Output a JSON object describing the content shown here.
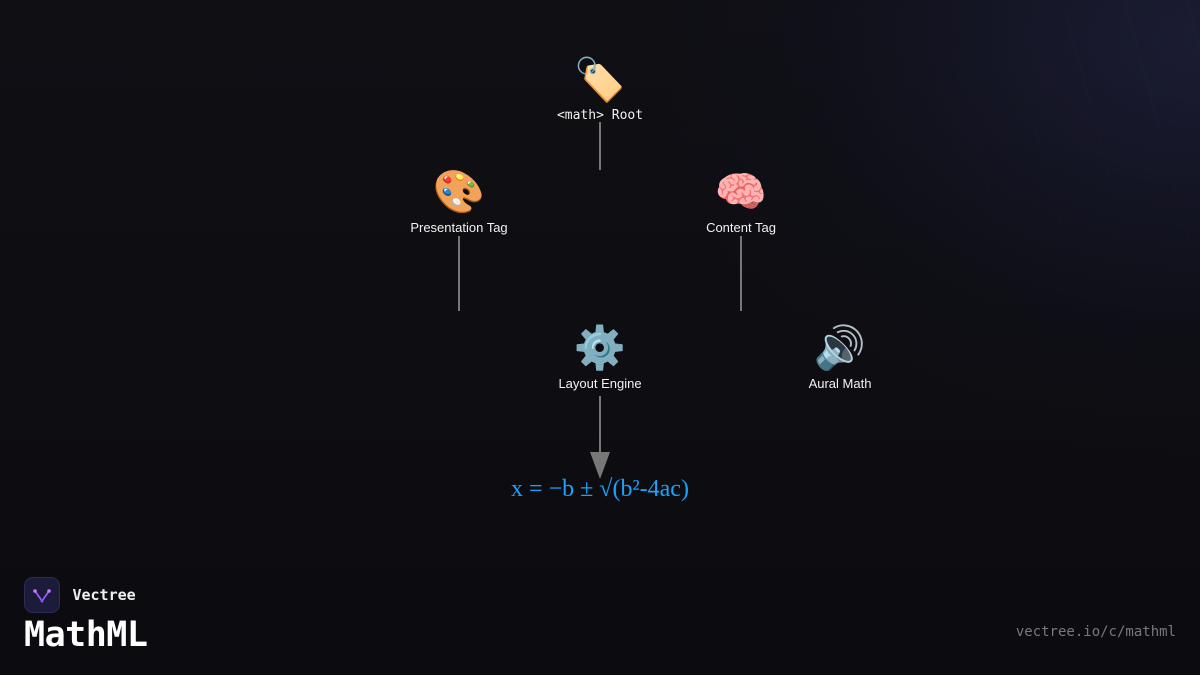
{
  "diagram": {
    "nodes": {
      "root": {
        "icon": "label-tag-icon",
        "glyph": "🏷️",
        "label": "<math> Root"
      },
      "presentation": {
        "icon": "artist-palette-icon",
        "glyph": "🎨",
        "label": "Presentation Tag"
      },
      "content": {
        "icon": "brain-icon",
        "glyph": "🧠",
        "label": "Content Tag"
      },
      "layout": {
        "icon": "gear-icon",
        "glyph": "⚙️",
        "label": "Layout Engine"
      },
      "aural": {
        "icon": "speaker-icon",
        "glyph": "🔊",
        "label": "Aural Math"
      }
    },
    "formula": "x = −b ± √(b²-4ac)",
    "colors": {
      "connector": "#777777",
      "formula": "#1aa3ff"
    }
  },
  "brand": {
    "name": "Vectree",
    "title": "MathML",
    "url": "vectree.io/c/mathml",
    "logo_icon": "vectree-logo-icon"
  }
}
